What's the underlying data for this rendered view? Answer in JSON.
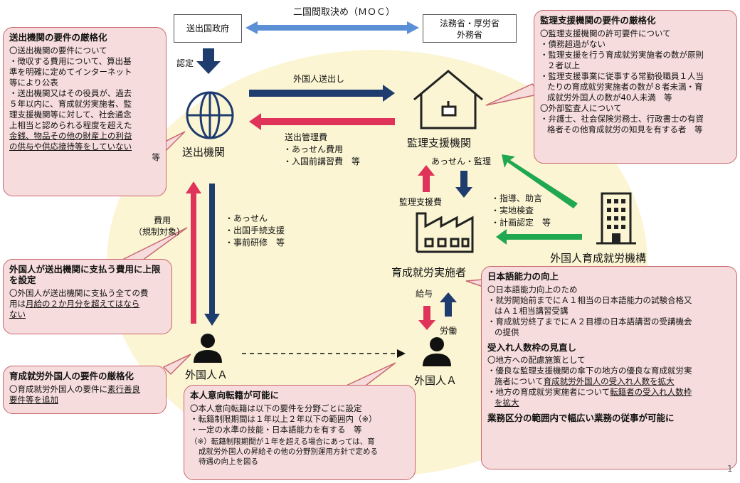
{
  "top": {
    "moc_label": "二国間取決め（ＭＯＣ）",
    "gov_left": "送出国政府",
    "gov_right_line1": "法務省・厚労省",
    "gov_right_line2": "外務省",
    "ninka": "認定"
  },
  "nodes": {
    "sending": "送出機関",
    "supervising": "監理支援機関",
    "implementer": "育成就労実施者",
    "organization": "外国人育成就労機構",
    "worker_left": "外国人Ａ",
    "worker_right": "外国人Ａ"
  },
  "flows": {
    "send_out": "外国人送出し",
    "fee_title": "送出管理費",
    "fee_1": "・あっせん費用",
    "fee_2": "・入国前講習費　等",
    "assen_kanri": "あっせん・監理",
    "kanri_fee": "監理支援費",
    "guide_1": "・指導、助言",
    "guide_2": "・実地検査",
    "guide_3": "・計画認定　等",
    "cost_1": "費用",
    "cost_2": "（規制対象）",
    "support_1": "・あっせん",
    "support_2": "・出国手続支援",
    "support_3": "・事前研修　等",
    "salary": "給与",
    "labor": "労働"
  },
  "callouts": {
    "sending_req": {
      "title": "送出機関の要件の厳格化",
      "lines": [
        "〇送出機関の要件について",
        "・徴収する費用について、算出基",
        "準を明確に定めてインターネット",
        "等により公表",
        "・送出機関又はその役員が、過去",
        "５年以内に、育成就労実施者、監",
        "理支援機関等に対して、社会通念",
        "上相当と認められる程度を超えた",
        "金銭、物品その他の財産上の利益",
        "の供与や供応接待等をしていない",
        "等"
      ]
    },
    "supervising_req": {
      "title": "監理支援機関の要件の厳格化",
      "lines": [
        "〇監理支援機関の許可要件について",
        "・債務超過がない",
        "・監理支援を行う育成就労実施者の数が原則",
        "２者以上",
        "・監理支援事業に従事する常勤役職員１人当",
        "たりの育成就労実施者の数が８者未満・育",
        "成就労外国人の数が40人未満　等",
        "〇外部監査人について",
        "・弁護士、社会保険労務士、行政書士の有資",
        "格者その他育成就労の知見を有する者　等"
      ]
    },
    "cost_cap": {
      "title": "外国人が送出機関に支払う費用に上限を設定",
      "line_a": "〇外国人が送出機関に支払う全ての費",
      "line_b": "用は",
      "line_c": "月給の２か月分を超えてはなら",
      "line_d": "ない"
    },
    "worker_req": {
      "title": "育成就労外国人の要件の厳格化",
      "line_a": "〇育成就労外国人の要件に",
      "line_b": "素行善良",
      "line_c": "要件等を追加"
    },
    "transfer": {
      "title": "本人意向転籍が可能に",
      "lines": [
        "〇本人意向転籍は以下の要件を分野ごとに設定",
        "・転籍制限期間は１年以上２年以下の範囲内（※）",
        "・一定の水準の技能・日本語能力を有する　等"
      ],
      "note": [
        "（※）転籍制限期間が１年を超える場合にあっては、育",
        "成就労外国人の昇給その他の分野別運用方針で定める",
        "待遇の向上を図る"
      ]
    },
    "japanese": {
      "title": "日本語能力の向上",
      "lines": [
        "〇日本語能力向上のため",
        "・就労開始前までにＡ１相当の日本語能力の試験合格又",
        "はＡ１相当講習受講",
        "・育成就労終了までにＡ２目標の日本語講習の受講機会",
        "の提供"
      ],
      "title2": "受入れ人数枠の見直し",
      "lines2_a": "〇地方への配慮施策として",
      "lines2_b": "・優良な監理支援機関の傘下の地方の優良な育成就労実",
      "lines2_c": "施者について",
      "lines2_d": "育成就労外国人の受入れ人数を拡大",
      "lines2_e": "・地方の育成就労実施者について",
      "lines2_f": "転籍者の受入れ人数枠",
      "lines2_g": "を拡大",
      "title3": "業務区分の範囲内で幅広い業務の従事が可能に"
    }
  },
  "page_number": "1",
  "colors": {
    "navy": "#1f3c6e",
    "red": "#e0335a",
    "green": "#1fa84f",
    "pink_bg": "#f6dcdc",
    "pink_border": "#c9686d",
    "yellow_bg": "#fbf5d3"
  }
}
